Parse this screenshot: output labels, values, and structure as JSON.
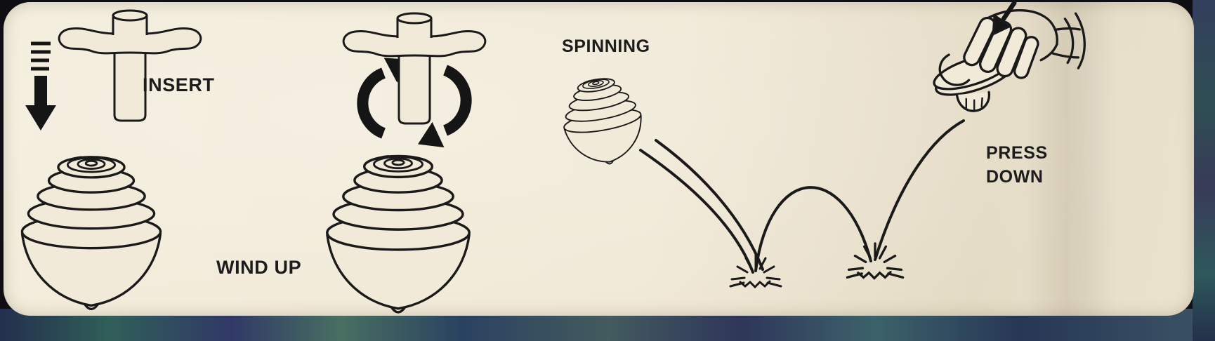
{
  "instructions": {
    "steps": [
      {
        "id": "insert",
        "label": "INSERT"
      },
      {
        "id": "wind-up",
        "label": "WIND UP"
      },
      {
        "id": "spinning",
        "label": "SPINNING"
      },
      {
        "id": "press-down",
        "label_line1": "PRESS",
        "label_line2": "DOWN"
      }
    ]
  },
  "colors": {
    "panel": "#f1ead8",
    "ink": "#1a1a1a",
    "photo_background": "#0e0e13"
  }
}
